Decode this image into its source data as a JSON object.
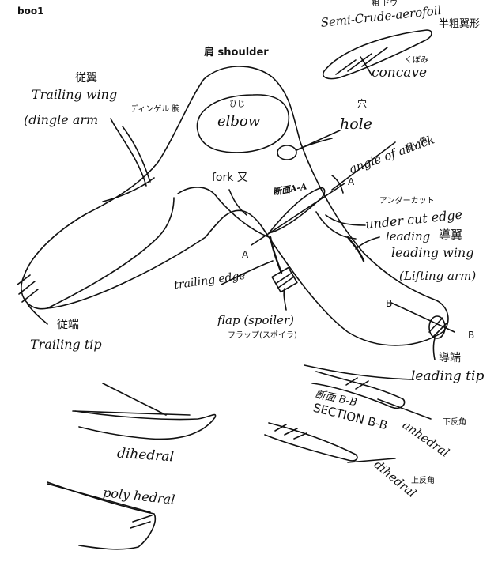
{
  "page_id": "boo1",
  "title": "肩 shoulder",
  "labels": {
    "trailing_wing_jp": "従翼",
    "trailing_wing": "Trailing wing",
    "dingle_arm": "(dingle arm",
    "dingle_arm_jp": "ディンゲル 腕",
    "elbow": "elbow",
    "elbow_jp": "ひじ",
    "hole": "hole",
    "hole_jp": "穴",
    "angle_of_attack": "angle of attack",
    "angle_of_attack_jp": "迎い角",
    "fork": "fork 又",
    "section_aa": "断面A-A",
    "a_upper": "A",
    "a_lower": "A",
    "under_cut_jp": "アンダーカット",
    "under_cut_edge": "under cut edge",
    "leading_edge": "leading",
    "leading_wing_jp": "導翼",
    "leading_wing": "leading wing",
    "lifting_arm": "(Lifting arm)",
    "trailing_edge": "trailing edge",
    "b_upper": "B",
    "b_lower": "B",
    "trailing_tip_jp": "従端",
    "trailing_tip": "Trailing tip",
    "flap": "flap (spoiler)",
    "flap_jp": "フラップ(スポイラ)",
    "leading_tip_jp": "導端",
    "leading_tip": "leading tip",
    "semi_crude_jp": "粗 ドウ",
    "semi_crude": "Semi-Crude-aerofoil",
    "semi_crude_jp2": "半粗翼形",
    "concave_jp": "くぼみ",
    "concave": "concave",
    "section_bb_jp": "断面 B-B",
    "section_bb": "SECTION B-B",
    "anhedral": "anhedral",
    "anhedral_jp": "下反角",
    "dihedral_b": "dihedral",
    "dihedral_b_jp": "上反角",
    "dihedral": "dihedral",
    "polyhedral": "poly hedral"
  }
}
